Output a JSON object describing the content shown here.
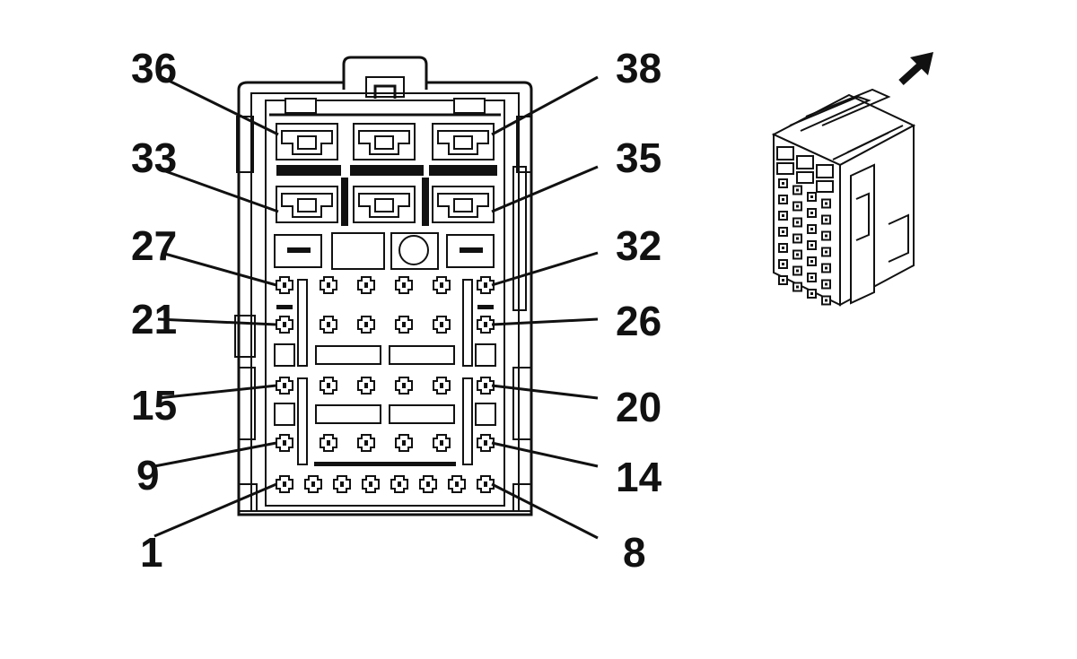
{
  "connector": {
    "pin_labels": {
      "p1": "1",
      "p8": "8",
      "p9": "9",
      "p14": "14",
      "p15": "15",
      "p20": "20",
      "p21": "21",
      "p26": "26",
      "p27": "27",
      "p32": "32",
      "p33": "33",
      "p35": "35",
      "p36": "36",
      "p38": "38"
    }
  },
  "icons": {
    "direction_arrow": "arrow-up-right-icon",
    "connector_3d_view": "connector-isometric-icon"
  },
  "colors": {
    "line": "#111111",
    "background": "#ffffff"
  }
}
